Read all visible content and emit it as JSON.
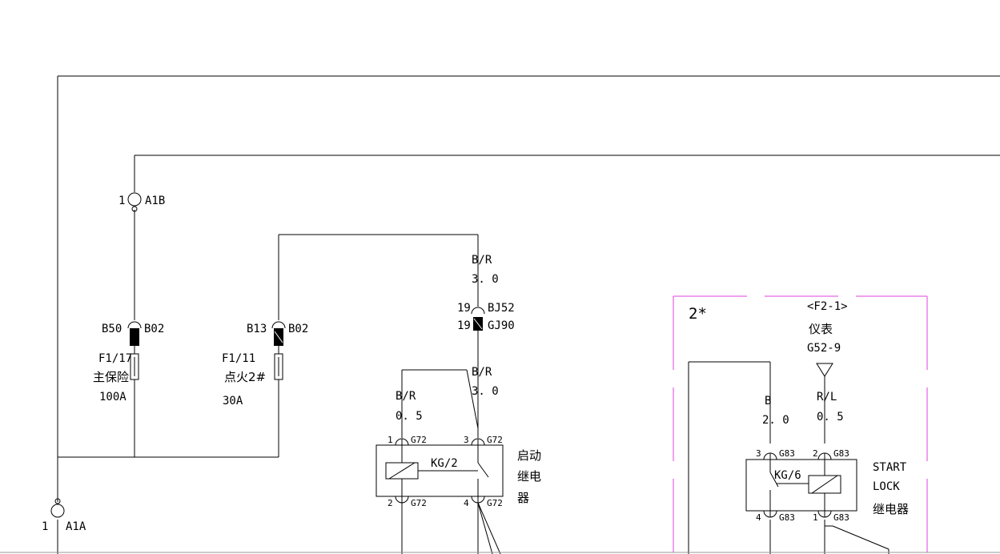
{
  "a1b": {
    "pin": "1",
    "name": "A1B"
  },
  "a1a": {
    "pin": "1",
    "name": "A1A"
  },
  "main_fuse": {
    "term_l": "B50",
    "term_r": "B02",
    "id": "F1/17",
    "name": "主保险",
    "rating": "100A"
  },
  "ign_fuse": {
    "term_l": "B13",
    "term_r": "B02",
    "id": "F1/11",
    "name": "点火2#",
    "rating": "30A"
  },
  "wire_top": {
    "color": "B/R",
    "gauge": "3. 0"
  },
  "bj52": {
    "pin": "19",
    "name": "BJ52"
  },
  "gj90": {
    "pin": "19",
    "name": "GJ90"
  },
  "wire_mid": {
    "color": "B/R",
    "gauge": "3. 0"
  },
  "wire_left": {
    "color": "B/R",
    "gauge": "0. 5"
  },
  "kg2": {
    "name": "KG/2",
    "conn": "G72",
    "pin1": "1",
    "pin2": "2",
    "pin3": "3",
    "pin4": "4",
    "label1": "启动",
    "label2": "继电",
    "label3": "器"
  },
  "box": {
    "tag": "2*",
    "ref": "<F2-1>",
    "meter": "仪表",
    "meter_conn": "G52-9"
  },
  "wire_b": {
    "color": "B",
    "gauge": "2. 0"
  },
  "wire_rl": {
    "color": "R/L",
    "gauge": "0. 5"
  },
  "kg6": {
    "name": "KG/6",
    "conn": "G83",
    "pin1": "1",
    "pin2": "2",
    "pin3": "3",
    "pin4": "4",
    "label1": "START",
    "label2": "LOCK",
    "label3": "继电器"
  },
  "colors": {
    "wire": "#000000",
    "boundary": "#e040e0"
  }
}
